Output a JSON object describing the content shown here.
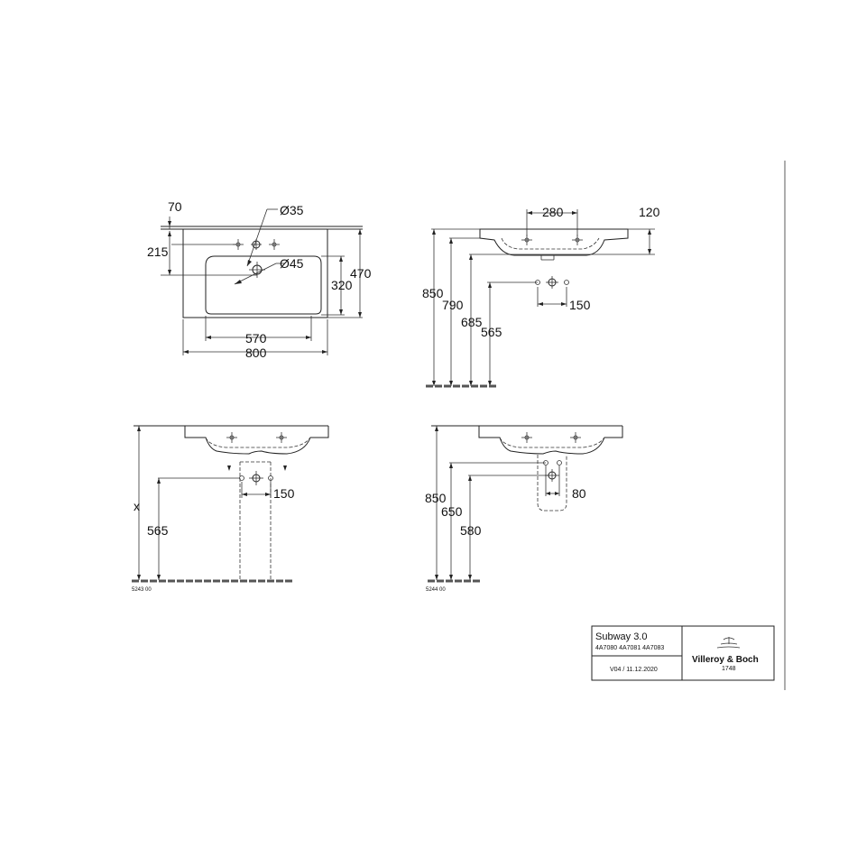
{
  "views": {
    "top": {
      "dims": {
        "d70": "70",
        "d215": "215",
        "d35": "Ø35",
        "d45": "Ø45",
        "d470": "470",
        "d320": "320",
        "d570": "570",
        "d800": "800"
      }
    },
    "side": {
      "dims": {
        "d280": "280",
        "d120": "120",
        "d850": "850",
        "d790": "790",
        "d685": "685",
        "d565": "565",
        "d150": "150"
      }
    },
    "front_pedestal": {
      "dims": {
        "dx": "x",
        "d565": "565",
        "d150": "150"
      },
      "code": "5243 00"
    },
    "front_siphon": {
      "dims": {
        "d850": "850",
        "d650": "650",
        "d580": "580",
        "d80": "80"
      },
      "code": "5244 00"
    }
  },
  "title_block": {
    "product": "Subway 3.0",
    "articles": "4A7080 4A7081 4A7083",
    "version": "V04 / 11.12.2020",
    "brand": "Villeroy & Boch",
    "brand_year": "1748"
  }
}
